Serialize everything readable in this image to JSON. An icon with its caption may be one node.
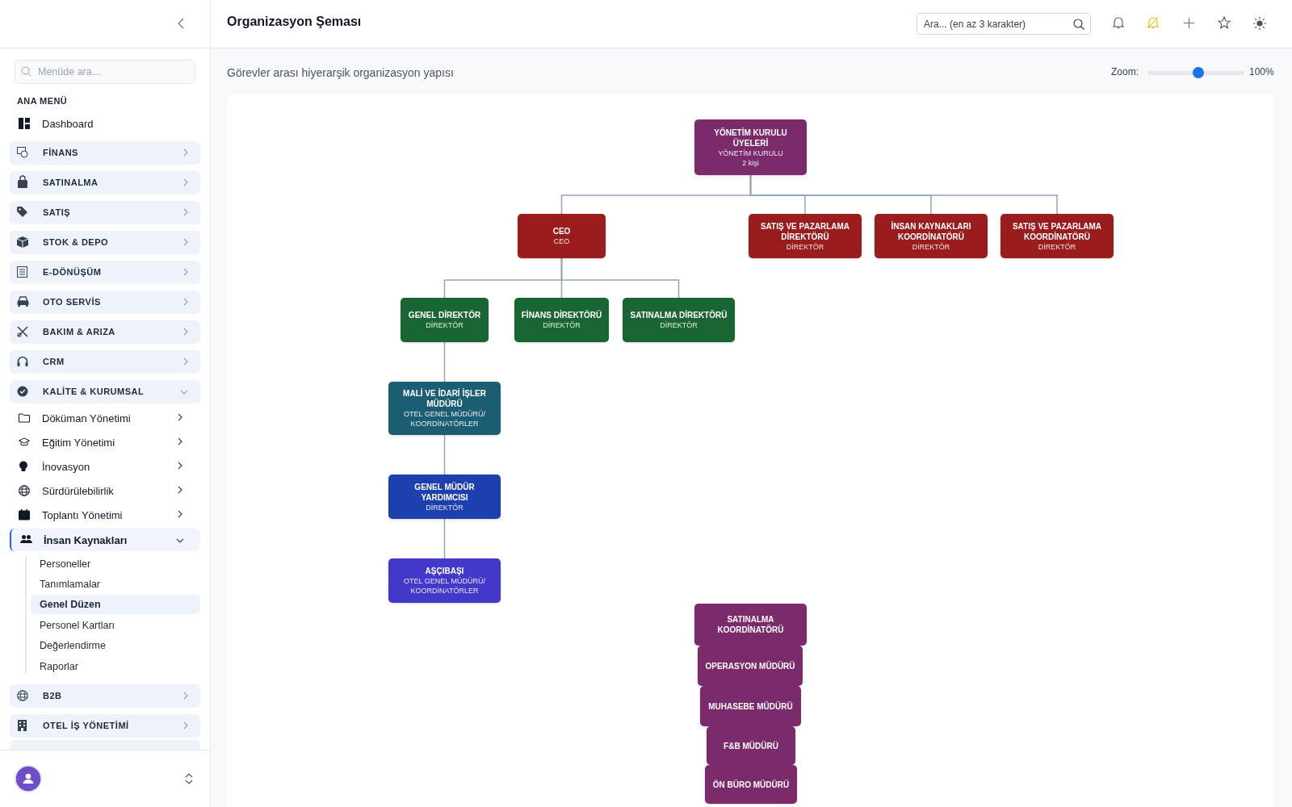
{
  "diagram": {
    "title": "Organizasyon Şeması",
    "caption": "Görevler arası hiyerarşik organizasyon yapısı",
    "nodes": [
      {
        "text": [
          "YÖNETİM KURULU ÜYELERİ",
          "YÖNETİM KURULU",
          "2 kişi"
        ]
      },
      {
        "text": [
          "CEO",
          "CEO"
        ]
      },
      {
        "text": [
          "SATIŞ VE PAZARLAMA DİREKTÖRÜ",
          "DİREKTÖR"
        ]
      },
      {
        "text": [
          "İNSAN KAYNAKLARI KOORDİNATÖRÜ",
          "DİREKTÖR"
        ]
      },
      {
        "text": [
          "SATIŞ VE PAZARLAMA KOORDİNATÖRÜ",
          "DİREKTÖR"
        ]
      },
      {
        "text": [
          "GENEL DİREKTÖR",
          "DİREKTÖR"
        ]
      },
      {
        "text": [
          "FİNANS DİREKTÖRÜ",
          "DİREKTÖR"
        ]
      },
      {
        "text": [
          "SATINALMA DİREKTÖRÜ",
          "DİREKTÖR"
        ]
      },
      {
        "text": [
          "MALİ VE İDARİ İŞLER MÜDÜRÜ",
          "OTEL GENEL MÜDÜRÜ/ KOORDİNATÖRLER"
        ]
      },
      {
        "text": [
          "GENEL MÜDÜR YARDIMCISI",
          "DİREKTÖR"
        ]
      },
      {
        "text": [
          "AŞÇIBAŞI",
          "OTEL GENEL MÜDÜRÜ/ KOORDİNATÖRLER"
        ]
      },
      {
        "text": [
          "SATINALMA KOORDİNATÖRÜ"
        ]
      },
      {
        "text": [
          "OPERASYON MÜDÜRÜ"
        ]
      },
      {
        "text": [
          "MUHASEBE MÜDÜRÜ"
        ]
      },
      {
        "text": [
          "F&B MÜDÜRÜ"
        ]
      },
      {
        "text": [
          "ÖN BÜRO MÜDÜRÜ"
        ]
      }
    ],
    "edges": [
      {
        "from": 0,
        "to": 1,
        "arrow": "none"
      },
      {
        "from": 0,
        "to": 2,
        "arrow": "none"
      },
      {
        "from": 0,
        "to": 3,
        "arrow": "none"
      },
      {
        "from": 0,
        "to": 4,
        "arrow": "none"
      },
      {
        "from": 1,
        "to": 5,
        "arrow": "none"
      },
      {
        "from": 1,
        "to": 6,
        "arrow": "none"
      },
      {
        "from": 1,
        "to": 7,
        "arrow": "none"
      },
      {
        "from": 5,
        "to": 8,
        "arrow": "none"
      },
      {
        "from": 8,
        "to": 9,
        "arrow": "none"
      },
      {
        "from": 9,
        "to": 10,
        "arrow": "none"
      }
    ],
    "labels": [
      "Menüde ara...",
      "ANA MENÜ",
      "Dashboard",
      "FİNANS",
      "SATINALMA",
      "SATIŞ",
      "STOK & DEPO",
      "E-DÖNÜŞÜM",
      "OTO SERVİS",
      "BAKIM & ARIZA",
      "CRM",
      "KALİTE & KURUMSAL",
      "Döküman Yönetimi",
      "Eğitim Yönetimi",
      "İnovasyon",
      "Sürdürülebilirlik",
      "Toplantı Yönetimi",
      "İnsan Kaynakları",
      "Personeller",
      "Tanımlamalar",
      "Genel Düzen",
      "Personel Kartları",
      "Değerlendirme",
      "Raporlar",
      "B2B",
      "OTEL İŞ YÖNETİMİ",
      "Ara... (en az 3 karakter)",
      "Zoom:",
      "100%"
    ]
  }
}
